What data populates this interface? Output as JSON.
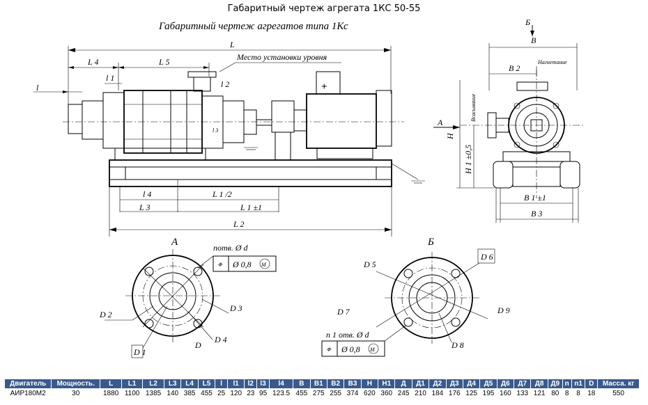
{
  "page_title": "Габаритный чертеж агрегата 1КС 50-55",
  "drawing": {
    "title": "Габаритный чертеж агрегатов типа 1Кс",
    "labels": {
      "L": "L",
      "L4": "L 4",
      "L5": "L 5",
      "l": "l",
      "l1": "l 1",
      "l2": "l 2",
      "l3": "l 3",
      "level_note": "Место установки уровня",
      "l4_bottom": "l 4",
      "L1_half": "L 1 /2",
      "L3": "L 3",
      "L1pm": "L 1 ±1",
      "L2": "L 2",
      "A": "A",
      "B_view": "Б",
      "B": "B",
      "B2": "B 2",
      "discharge": "Нагнетание",
      "suction": "Всасывание",
      "H": "H",
      "H1": "H 1 ±0,5",
      "B1": "B 1 ±1",
      "B3": "B 3",
      "view_A": "A",
      "view_B": "Б",
      "holes_a": "потв.   Ø d",
      "tol_a": "Ø 0,8",
      "holes_b": "n 1 отв.   Ø d",
      "tol_b": "Ø 0,8",
      "tol_m": "M",
      "D2": "D 2",
      "D1": "D 1",
      "D": "D",
      "D4": "D 4",
      "D3": "D 3",
      "D5": "D 5",
      "D6": "D 6",
      "D7": "D 7",
      "D8": "D 8",
      "D9": "D 9"
    }
  },
  "table": {
    "headers": [
      "Двигатель",
      "Мощность.",
      "L",
      "L1",
      "L2",
      "L3",
      "L4",
      "L5",
      "l",
      "l1",
      "l2",
      "l3",
      "l4",
      "B",
      "B1",
      "B2",
      "B3",
      "H",
      "H1",
      "Д",
      "Д1",
      "Д2",
      "Д3",
      "Д4",
      "Д5",
      "Д6",
      "Д7",
      "Д8",
      "Д9",
      "n",
      "n1",
      "D",
      "Масса. кг"
    ],
    "row": [
      "АИР180М2",
      "30",
      "1880",
      "1100",
      "1385",
      "140",
      "385",
      "455",
      "25",
      "120",
      "23",
      "95",
      "123.5",
      "455",
      "275",
      "255",
      "374",
      "620",
      "360",
      "245",
      "210",
      "184",
      "176",
      "125",
      "195",
      "160",
      "133",
      "121",
      "80",
      "8",
      "8",
      "18",
      "550"
    ]
  }
}
